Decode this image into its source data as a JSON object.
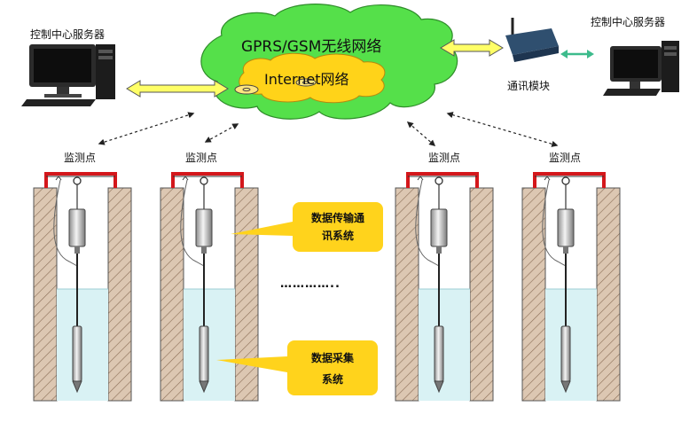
{
  "labels": {
    "server_left": "控制中心服务器",
    "server_right": "控制中心服务器",
    "comm_module": "通讯模块",
    "cloud_outer": "GPRS/GSM无线网络",
    "cloud_inner": "Internet网络",
    "monitor_point": "监测点",
    "ellipsis": "…………..",
    "callout_comm_line1": "数据传输通",
    "callout_comm_line2": "讯系统",
    "callout_acq_line1": "数据采集",
    "callout_acq_line2": "系统"
  },
  "wells": [
    {
      "label": "监测点"
    },
    {
      "label": "监测点"
    },
    {
      "label": "监测点"
    },
    {
      "label": "监测点"
    }
  ],
  "colors": {
    "cloud_outer": "#55e04a",
    "cloud_inner": "#ffd319",
    "arrow_fill": "#ffff66",
    "arrow_stroke": "#555555",
    "callout": "#ffd31c",
    "water": "#d9f2f4",
    "cap_red": "#d4171b",
    "hatch": "#d9c3ad",
    "module_arrow": "#3dbb8c"
  }
}
